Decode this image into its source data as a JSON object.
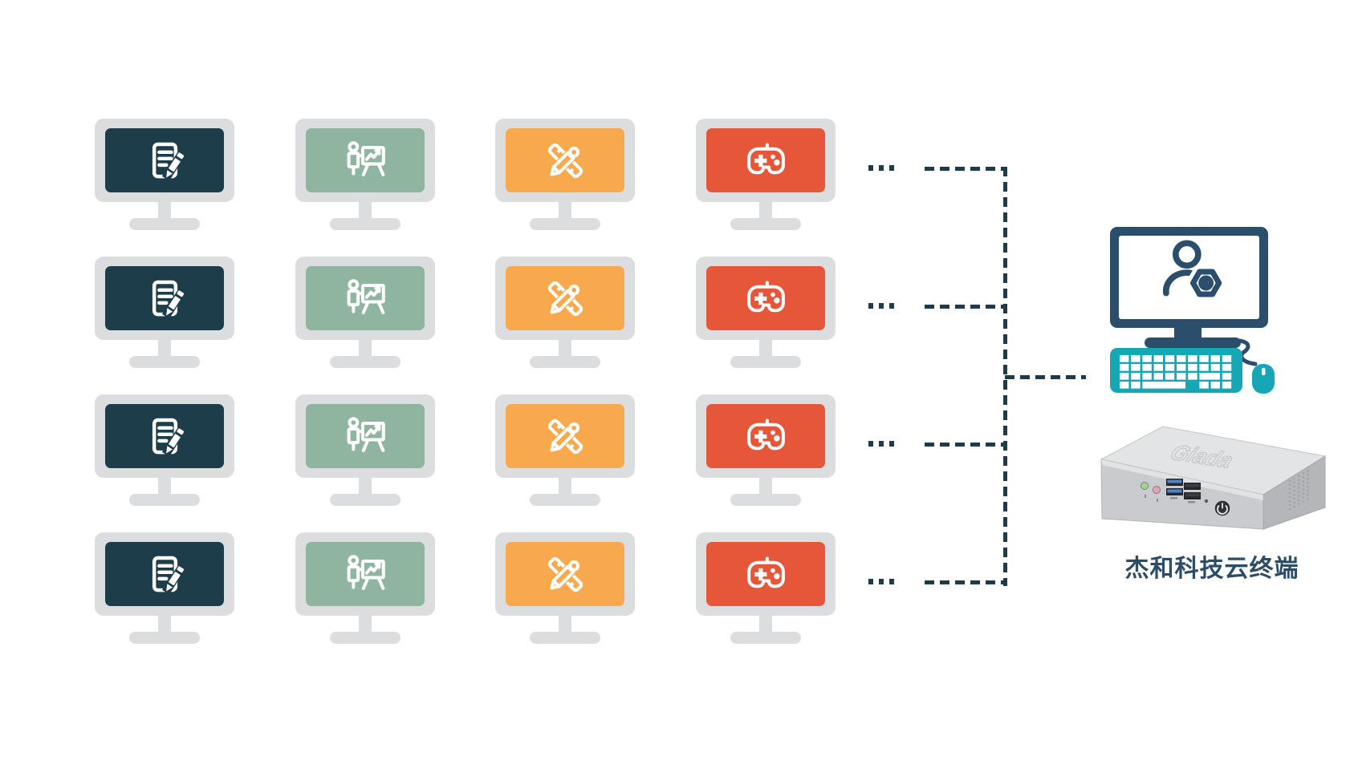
{
  "diagram": {
    "title_visible_text": "",
    "rows": 4,
    "ellipsis": "···",
    "connector_color": "#1e3b49",
    "monitor_frame_color": "#dcddde",
    "columns": [
      {
        "id": "office",
        "icon": "document-edit-icon",
        "screen_color": "#1d3d4b"
      },
      {
        "id": "presentation",
        "icon": "presentation-icon",
        "screen_color": "#8fb5a0"
      },
      {
        "id": "design",
        "icon": "design-tools-icon",
        "screen_color": "#f8a84d"
      },
      {
        "id": "gaming",
        "icon": "gamepad-icon",
        "screen_color": "#e6573a"
      }
    ]
  },
  "server": {
    "caption": "杰和科技云终端",
    "caption_color": "#2d4d67",
    "monitor_color": "#2a4e6b",
    "peripheral_color": "#17a6b5",
    "admin_icon": "user-settings-icon",
    "device_logo": "Giada"
  }
}
